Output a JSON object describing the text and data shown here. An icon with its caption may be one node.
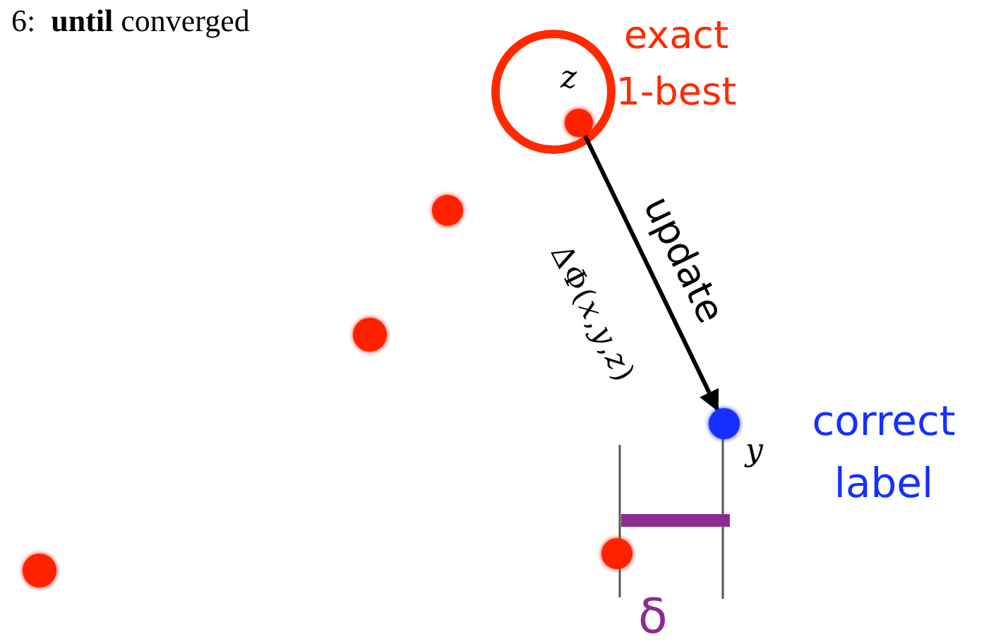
{
  "diagram": {
    "nodes": [
      {
        "text": [],
        "shape": "circle",
        "beside": [
          "z"
        ]
      },
      {
        "text": [],
        "shape": "circle",
        "beside": [
          "y"
        ]
      },
      {
        "text": [],
        "shape": "circle"
      },
      {
        "text": [],
        "shape": "circle"
      },
      {
        "text": [],
        "shape": "circle"
      },
      {
        "text": [],
        "shape": "circle"
      }
    ],
    "edges": [
      {
        "from": 0,
        "to": 1,
        "arrow": "to",
        "label": "update"
      }
    ],
    "labels": [
      "6:  **until** converged",
      "exact 1-best",
      "ΔΦ(*x*,*y*,*z*)",
      "correct label",
      "δ"
    ]
  }
}
